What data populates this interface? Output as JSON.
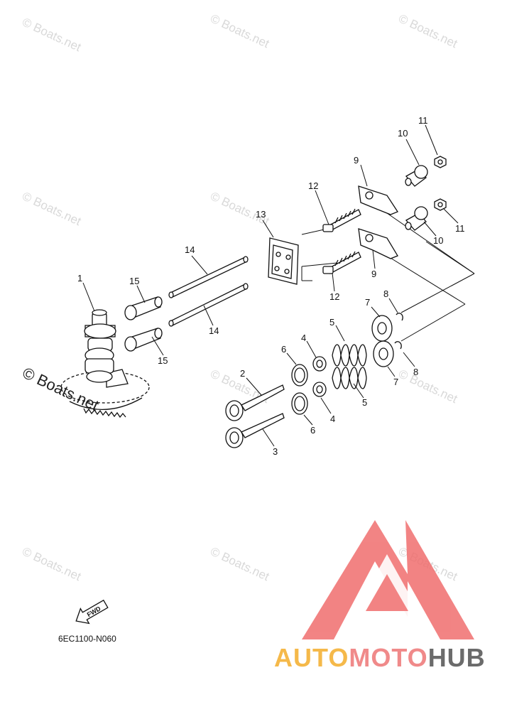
{
  "watermark": "© Boats.net",
  "figure_code": "6EC1100-N060",
  "fwd_label": "FWD",
  "brand": {
    "part1": "AUTO",
    "part2": "MOTO",
    "part3": "HUB",
    "color1": "#f5b94a",
    "color2": "#f08a8a",
    "color3": "#6b6b6b",
    "logo_color": "#f06e6e"
  },
  "callouts": {
    "c1": "1",
    "c2": "2",
    "c3": "3",
    "c4a": "4",
    "c4b": "4",
    "c5a": "5",
    "c5b": "5",
    "c6a": "6",
    "c6b": "6",
    "c7a": "7",
    "c7b": "7",
    "c8a": "8",
    "c8b": "8",
    "c9a": "9",
    "c9b": "9",
    "c10a": "10",
    "c10b": "10",
    "c11a": "11",
    "c11b": "11",
    "c12a": "12",
    "c12b": "12",
    "c13": "13",
    "c14a": "14",
    "c14b": "14",
    "c15a": "15",
    "c15b": "15"
  }
}
